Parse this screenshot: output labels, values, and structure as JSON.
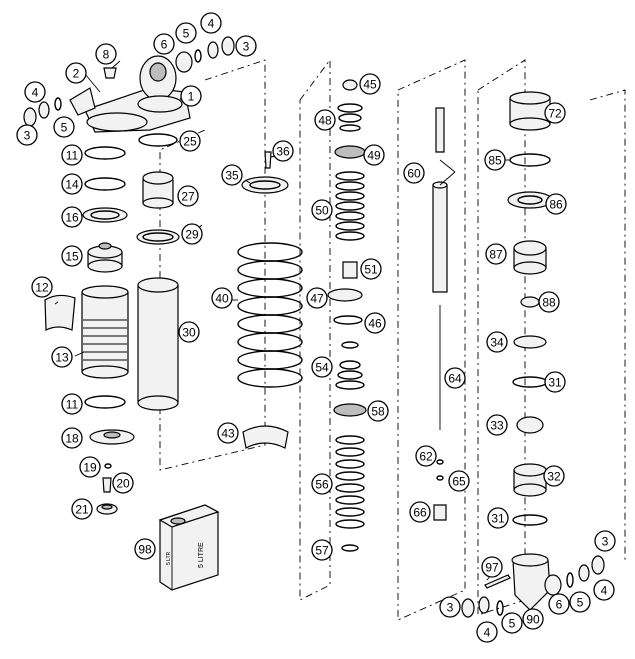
{
  "callouts": {
    "c1": "1",
    "c2": "2",
    "c3a": "3",
    "c3b": "3",
    "c3c": "3",
    "c3d": "3",
    "c4a": "4",
    "c4b": "4",
    "c4c": "4",
    "c4d": "4",
    "c5a": "5",
    "c5b": "5",
    "c5c": "5",
    "c5d": "5",
    "c6a": "6",
    "c6b": "6",
    "c8": "8",
    "c11a": "11",
    "c11b": "11",
    "c12": "12",
    "c13": "13",
    "c14": "14",
    "c15": "15",
    "c16": "16",
    "c18": "18",
    "c19": "19",
    "c20": "20",
    "c21": "21",
    "c25": "25",
    "c27": "27",
    "c29": "29",
    "c30": "30",
    "c31a": "31",
    "c31b": "31",
    "c32": "32",
    "c33": "33",
    "c34": "34",
    "c35": "35",
    "c36": "36",
    "c40": "40",
    "c43": "43",
    "c45": "45",
    "c46": "46",
    "c47": "47",
    "c48": "48",
    "c49": "49",
    "c50": "50",
    "c51": "51",
    "c54": "54",
    "c56": "56",
    "c57": "57",
    "c58": "58",
    "c60": "60",
    "c62": "62",
    "c64": "64",
    "c65": "65",
    "c66": "66",
    "c72": "72",
    "c85": "85",
    "c86": "86",
    "c87": "87",
    "c88": "88",
    "c90": "90",
    "c97": "97",
    "c98": "98"
  },
  "oil_can": {
    "label": "5 LITRE",
    "small_label": "5 LTR"
  }
}
